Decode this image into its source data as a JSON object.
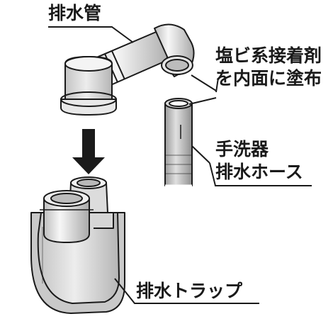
{
  "labels": {
    "drain_pipe": "排水管",
    "adhesive_line1": "塩ビ系接着剤",
    "adhesive_line2": "を内面に塗布",
    "hose_line1": "手洗器",
    "hose_line2": "排水ホース",
    "trap": "排水トラップ"
  },
  "colors": {
    "stroke": "#1a1a1a",
    "fill_light": "#f2f2f2",
    "fill_mid": "#d9d9d9",
    "fill_dark": "#a6a6a6",
    "arrow": "#1a1a1a"
  }
}
